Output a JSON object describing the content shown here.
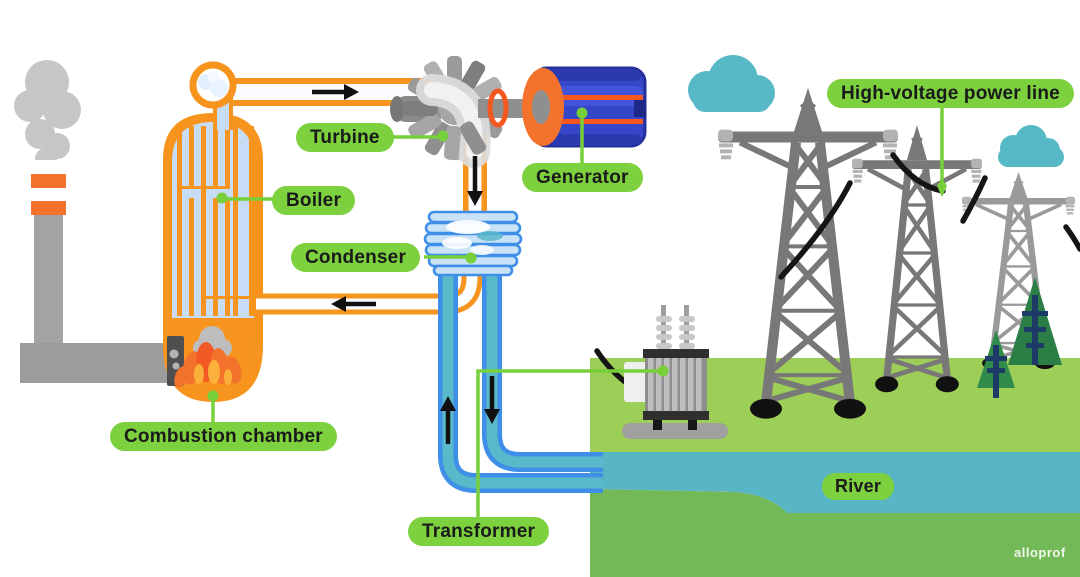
{
  "diagram_labels": {
    "turbine": "Turbine",
    "generator": "Generator",
    "boiler": "Boiler",
    "condenser": "Condenser",
    "combustion_chamber": "Combustion chamber",
    "transformer": "Transformer",
    "high_voltage_power_line": "High-voltage power line",
    "river": "River"
  },
  "watermark": "alloprof",
  "colors": {
    "label_pill_green": "#7DD13F",
    "leader_green": "#77CF39",
    "pipe_orange": "#F7941E",
    "boiler_interior_blue": "#C7DCF6",
    "water_pipe_border_blue": "#3F8FE8",
    "water_teal": "#58B5C4",
    "cloud_teal": "#58B9C6",
    "grass_light_green": "#9CCE58",
    "grass_dark_green": "#74B957",
    "generator_blue": "#3546C8",
    "generator_face_orange": "#F4732C",
    "flame_orange": "#F4732C",
    "pylon_gray": "#787878",
    "smoke_gray": "#C6C6C6",
    "tree_green": "#2E8748",
    "tree_trunk_navy": "#1E3A66"
  }
}
